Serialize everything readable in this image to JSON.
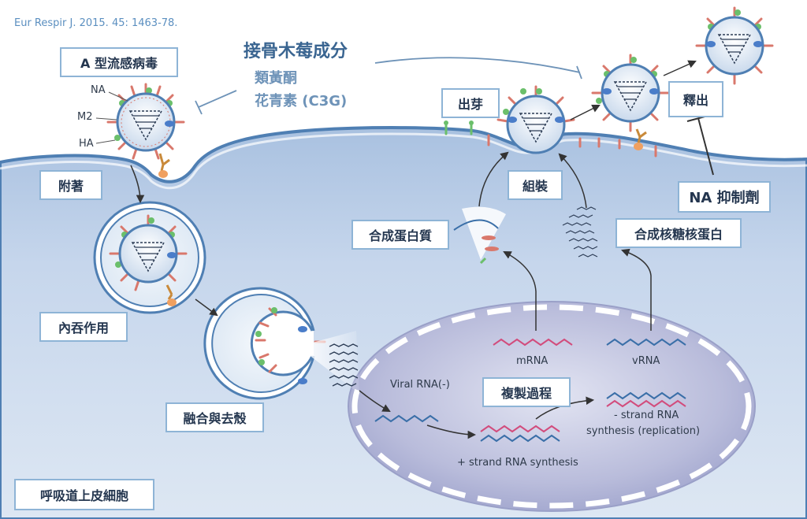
{
  "citation": "Eur Respir J. 2015. 45: 1463-78.",
  "inhibitors": {
    "main": "接骨木莓成分",
    "sub1": "類黃酮",
    "sub2": "花青素 (C3G)"
  },
  "virus": {
    "name": "A 型流感病毒",
    "parts": [
      "NA",
      "M2",
      "HA"
    ]
  },
  "steps": {
    "attach": "附著",
    "endocytosis": "內吞作用",
    "fusion": "融合與去殼",
    "protein_synthesis": "合成蛋白質",
    "nucleoprotein_synthesis": "合成核糖核蛋白",
    "assembly": "組裝",
    "budding": "出芽",
    "release": "釋出",
    "replication": "複製過程"
  },
  "na_inhibitor": "NA 抑制劑",
  "cell_label": "呼吸道上皮細胞",
  "rna": {
    "viral": "Viral RNA(-)",
    "mrna": "mRNA",
    "vrna": "vRNA",
    "plus": "+ strand RNA synthesis",
    "minus_line1": "- strand RNA",
    "minus_line2": "synthesis (replication)"
  },
  "colors": {
    "cell_fill": "#c3d4ea",
    "nucleus_fill": "#aeb2d4",
    "label_border": "#8eb4d6",
    "ha_spike": "#d9786c",
    "na_spike": "#6bbf6b",
    "m2_channel": "#4a7dc9",
    "inhibitor_text": "#6e93b8"
  }
}
